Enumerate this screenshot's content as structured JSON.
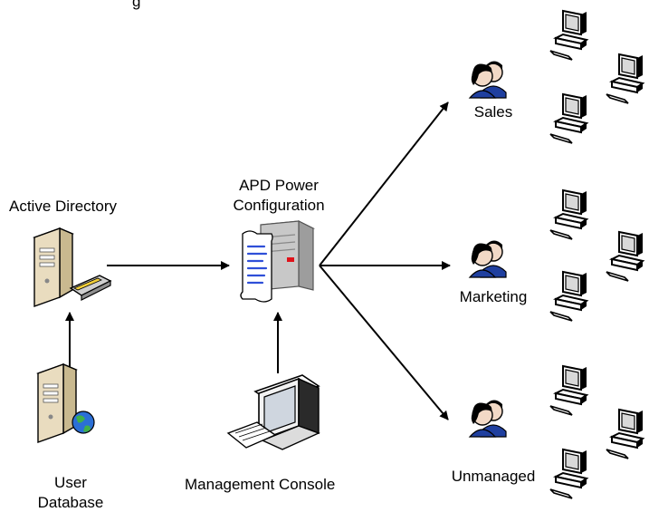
{
  "header": {
    "partial_text": "g"
  },
  "nodes": {
    "active_directory": {
      "label": "Active Directory"
    },
    "user_database": {
      "line1": "User",
      "line2": "Database"
    },
    "apd_server": {
      "line1": "APD Power",
      "line2": "Configuration"
    },
    "management_console": {
      "label": "Management Console"
    },
    "groups": [
      {
        "label": "Sales"
      },
      {
        "label": "Marketing"
      },
      {
        "label": "Unmanaged"
      }
    ]
  },
  "colors": {
    "server_beige": "#e9dcbf",
    "server_gray": "#c8c8c8",
    "document_blue": "#2f4fd8",
    "status_red": "#e0121a",
    "user_face": "#f2d9c6",
    "user_shirt": "#1f3f9f"
  }
}
